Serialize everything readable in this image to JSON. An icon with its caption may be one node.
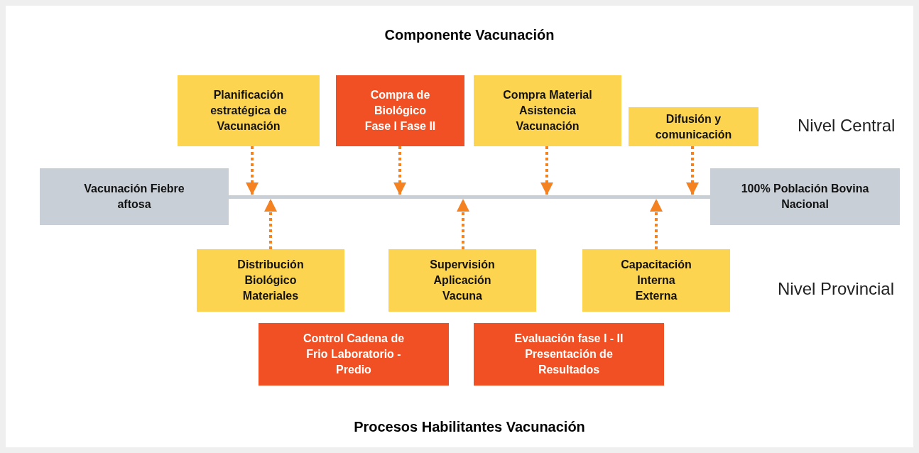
{
  "diagram": {
    "title": "Componente Vacunación",
    "caption": "Procesos Habilitantes Vacunación",
    "nodes": [
      {
        "text": [
          "Vacunación Fiebre aftosa"
        ]
      },
      {
        "text": [
          "Planificación estratégica de Vacunación"
        ]
      },
      {
        "text": [
          "Compra de Biológico Fase I Fase II"
        ]
      },
      {
        "text": [
          "Compra Material Asistencia Vacunación"
        ]
      },
      {
        "text": [
          "Difusión y comunicación"
        ]
      },
      {
        "text": [
          "100% Población Bovina Nacional"
        ]
      },
      {
        "text": [
          "Distribución Biológico Materiales"
        ]
      },
      {
        "text": [
          "Supervisión Aplicación Vacuna"
        ]
      },
      {
        "text": [
          "Capacitación Interna Externa"
        ]
      },
      {
        "text": [
          "Control Cadena de Frio Laboratorio - Predio"
        ]
      },
      {
        "text": [
          "Evaluación fase I - II Presentación de Resultados"
        ]
      },
      {
        "text": [],
        "shape": "bar"
      }
    ],
    "edges": [
      {
        "from": 1,
        "to": 11,
        "arrow": "to"
      },
      {
        "from": 2,
        "to": 11,
        "arrow": "to"
      },
      {
        "from": 3,
        "to": 11,
        "arrow": "to"
      },
      {
        "from": 4,
        "to": 11,
        "arrow": "to"
      },
      {
        "from": 6,
        "to": 11,
        "arrow": "to"
      },
      {
        "from": 7,
        "to": 11,
        "arrow": "to"
      },
      {
        "from": 8,
        "to": 11,
        "arrow": "to"
      }
    ],
    "labels": [
      "Nivel Central",
      "Nivel Provincial"
    ]
  }
}
